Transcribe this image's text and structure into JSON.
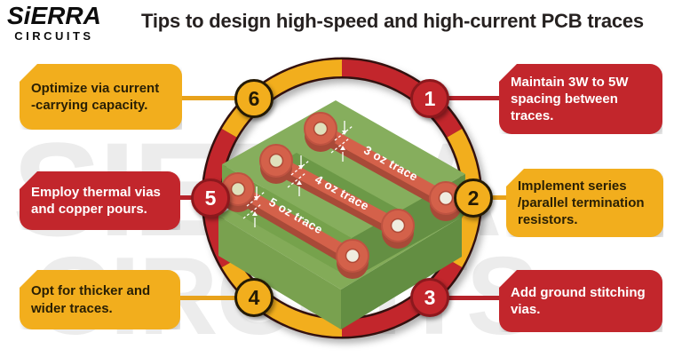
{
  "logo": {
    "line1": "SiERRA",
    "line2": "CIRCUITS"
  },
  "header": {
    "title": "Tips to design high-speed and high-current PCB traces"
  },
  "watermark": {
    "line1": "SIERRA",
    "line2": "CIRCUITS"
  },
  "colors": {
    "red": "#c2262c",
    "red_dark": "#8c181d",
    "yellow": "#f2ae1d",
    "yellow_dark": "#e8a21b",
    "board_green": "#86ae5d",
    "copper": "#d4614a",
    "text_dark": "#2a2005",
    "title_text": "#262120",
    "watermark_gray": "#ececec"
  },
  "tips": [
    {
      "num": "1",
      "color": "red",
      "text": "Maintain 3W to 5W spacing between traces.",
      "lines": [
        "Maintain 3W to 5W",
        "spacing between",
        "traces."
      ]
    },
    {
      "num": "2",
      "color": "yellow",
      "text": "Implement series /parallel termination resistors.",
      "lines": [
        "Implement series",
        "/parallel termination",
        "resistors."
      ]
    },
    {
      "num": "3",
      "color": "red",
      "text": "Add ground stitching vias.",
      "lines": [
        "Add ground stitching",
        "vias."
      ]
    },
    {
      "num": "4",
      "color": "yellow",
      "text": "Opt for thicker and wider traces.",
      "lines": [
        "Opt for thicker and",
        "wider traces."
      ]
    },
    {
      "num": "5",
      "color": "red",
      "text": "Employ thermal vias and copper pours.",
      "lines": [
        "Employ thermal vias",
        "and copper pours."
      ]
    },
    {
      "num": "6",
      "color": "yellow",
      "text": "Optimize via current -carrying capacity.",
      "lines": [
        "Optimize via current",
        "-carrying capacity."
      ]
    }
  ],
  "pcb": {
    "trace_labels": [
      "3 oz trace",
      "4 oz trace",
      "5 oz trace"
    ]
  }
}
